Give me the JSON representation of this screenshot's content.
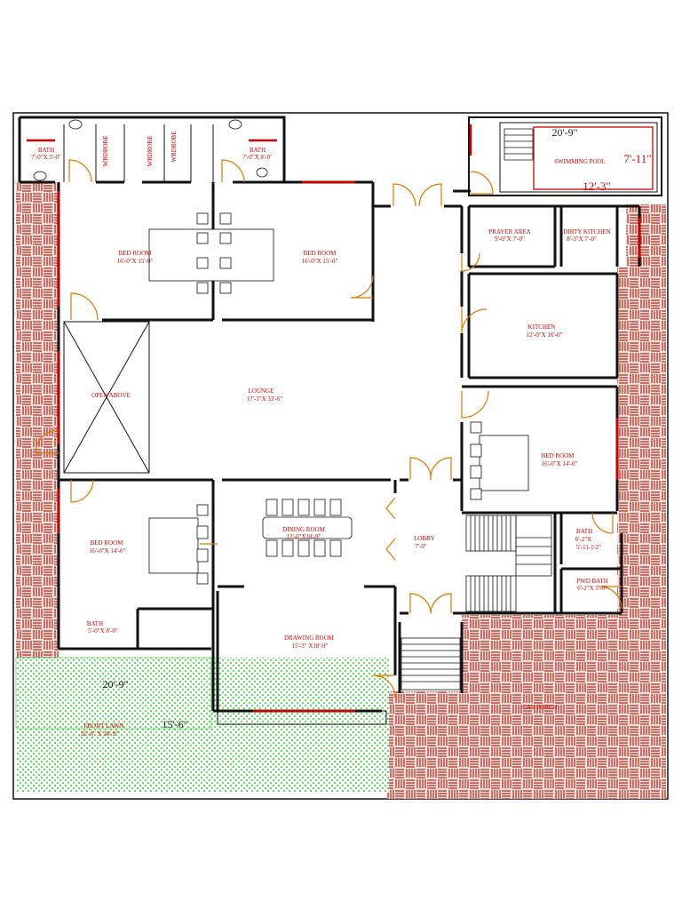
{
  "rooms": {
    "bath_top_left": {
      "name": "BATH",
      "size": "7'-0\"X 5'-0\""
    },
    "bath_top_mid": {
      "name": "BATH",
      "size": "7'-0\"X 8'-0\""
    },
    "wdrobe_1": "WRDROBE",
    "wdrobe_2": "WRDROBE",
    "wdrobe_3": "WRDROBE",
    "bed_top_left": {
      "name": "BED ROOM",
      "size": "16'-0\"X 15'-0\""
    },
    "bed_top_mid": {
      "name": "BED ROOM",
      "size": "16'-0\"X 15'-0\""
    },
    "pool": {
      "name": "SWIMMING POOL"
    },
    "prayer": {
      "name": "PRAYER AREA",
      "size": "9'-0\"X 7'-0\""
    },
    "dirty_kitchen": {
      "name": "DIRTY KITCHEN",
      "size": "8'-3\"X 7'-0\""
    },
    "kitchen": {
      "name": "KITCHEN",
      "size": "12'-0\"X 16'-0\""
    },
    "open_above": {
      "name": "OPEN ABOVE"
    },
    "lounge": {
      "name": "LOUNGE",
      "size": "17'-3\"X 33'-6\""
    },
    "bed_right": {
      "name": "BED ROOM",
      "size": "16'-0\"X 14'-0\""
    },
    "bath_right": {
      "name": "BATH",
      "size1": "6'-2\"X",
      "size2": "5'-11-1/2\""
    },
    "pwd_bath": {
      "name": "PWD BATH",
      "size": "6'-2\"X 5'-0\""
    },
    "bed_left": {
      "name": "BED ROOM",
      "size": "16'-0\"X 14'-6\""
    },
    "bath_left": {
      "name": "BATH",
      "size": "5'-0\"X 8'-0\""
    },
    "dining": {
      "name": "DINING ROOM",
      "size": "12'-0\"X18'-9\""
    },
    "lobby": {
      "name": "LOBBY",
      "size": "7'-0\""
    },
    "drawing": {
      "name": "DRAWING ROOM",
      "size": "15'-3\" X18'-9\""
    },
    "car_porch": {
      "name": "CAR PORCH"
    },
    "front_lawn": {
      "name": "FRONT   LAWN",
      "size": "35'-6\" X 20'-9\""
    }
  },
  "dimensions": {
    "pool_width": "20'-9\"",
    "pool_depth": "7'-11\"",
    "pool_inner": "12'-3\"",
    "lawn_width": "20'-9\"",
    "lawn_depth": "15'-6\""
  },
  "colors": {
    "wall": "#111111",
    "label_red": "#d00000",
    "door_orange": "#e07800",
    "paving_red": "#c0392b",
    "lawn_green": "#33cc33"
  }
}
